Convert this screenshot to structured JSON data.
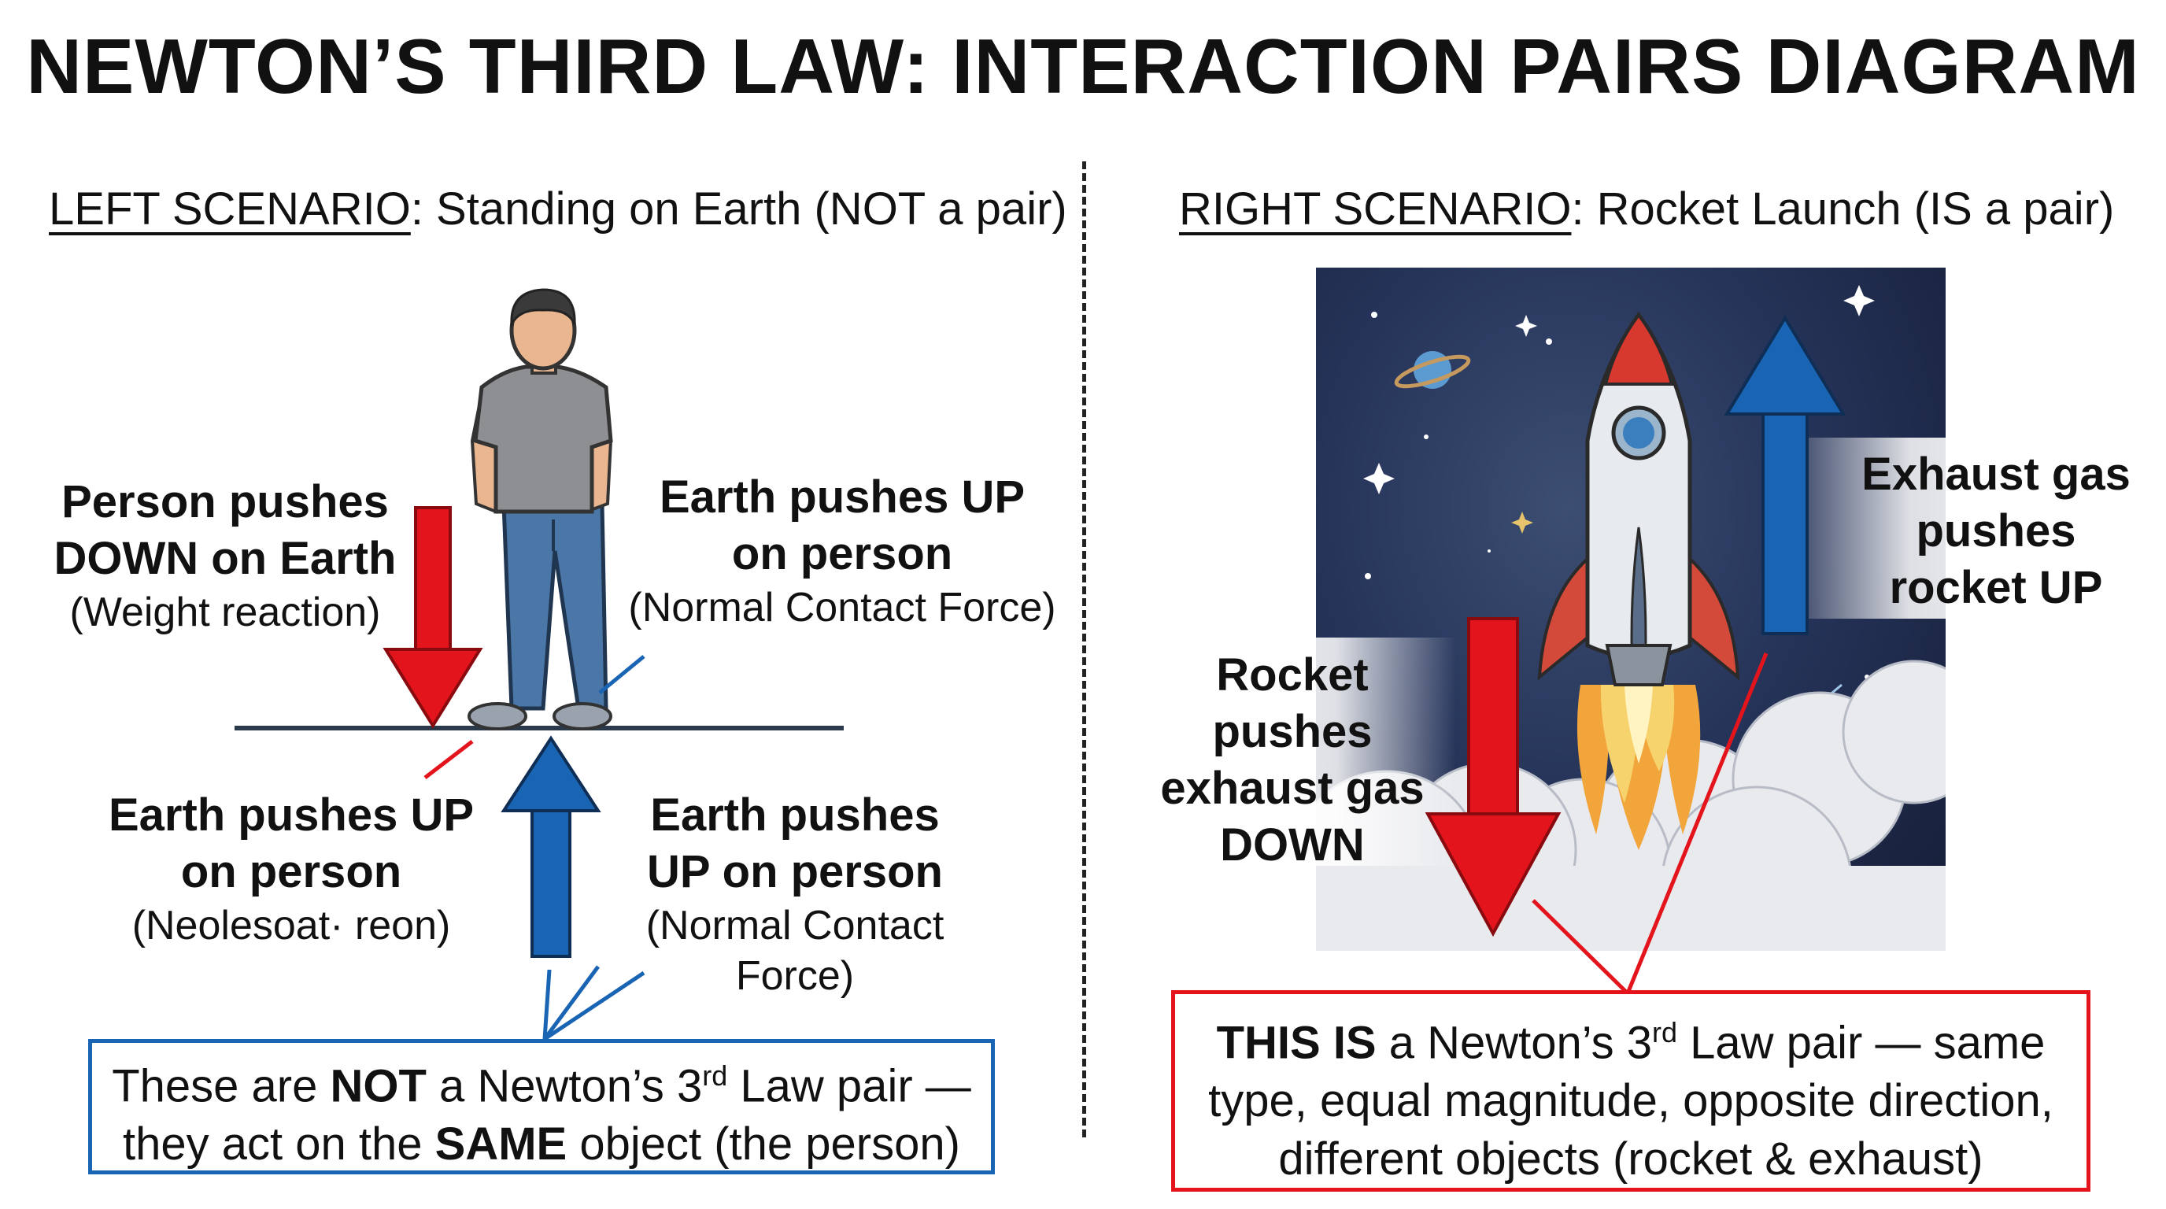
{
  "title": "NEWTON’S THIRD LAW: INTERACTION PAIRS DIAGRAM",
  "left": {
    "heading_prefix": "LEFT SCENARIO",
    "heading_rest": ": Standing on Earth (NOT a pair)",
    "label_person_down": {
      "line1": "Person pushes",
      "line2": "DOWN on Earth",
      "sub": "(Weight reaction)"
    },
    "label_earth_up_top": {
      "line1": "Earth pushes UP",
      "line2": "on person",
      "sub": "(Normal Contact Force)"
    },
    "label_earth_up_left": {
      "line1": "Earth pushes UP",
      "line2": "on person",
      "sub": "(Neolesoat· reon)"
    },
    "label_earth_up_right": {
      "line1": "Earth pushes",
      "line2": "UP on person",
      "sub1": "(Normal Contact",
      "sub2": "Force)"
    },
    "note": {
      "part1": "These are ",
      "bold1": "NOT",
      "part2": " a Newton’s 3",
      "sup": "rd",
      "part3": " Law pair —",
      "part4": "they act on the ",
      "bold2": "SAME",
      "part5": " object (the person)"
    }
  },
  "right": {
    "heading_prefix": "RIGHT SCENARIO",
    "heading_rest": ": Rocket Launch (IS a pair)",
    "label_exhaust_up": {
      "line1": "Exhaust gas",
      "line2": "pushes",
      "line3": "rocket UP"
    },
    "label_rocket_down": {
      "line1": "Rocket",
      "line2": "pushes",
      "line3": "exhaust gas",
      "line4": "DOWN"
    },
    "note": {
      "part1": "THIS IS",
      "part2": " a Newton’s 3",
      "sup": "rd",
      "part3": " Law pair — same",
      "line2": "type, equal magnitude, opposite direction,",
      "line3": "different objects (rocket & exhaust)"
    }
  },
  "colors": {
    "red_arrow": "#e3141b",
    "blue_arrow": "#1a64b4",
    "blue_box": "#1a64b4",
    "red_box": "#e3141b",
    "space_bg": "#26345a"
  }
}
